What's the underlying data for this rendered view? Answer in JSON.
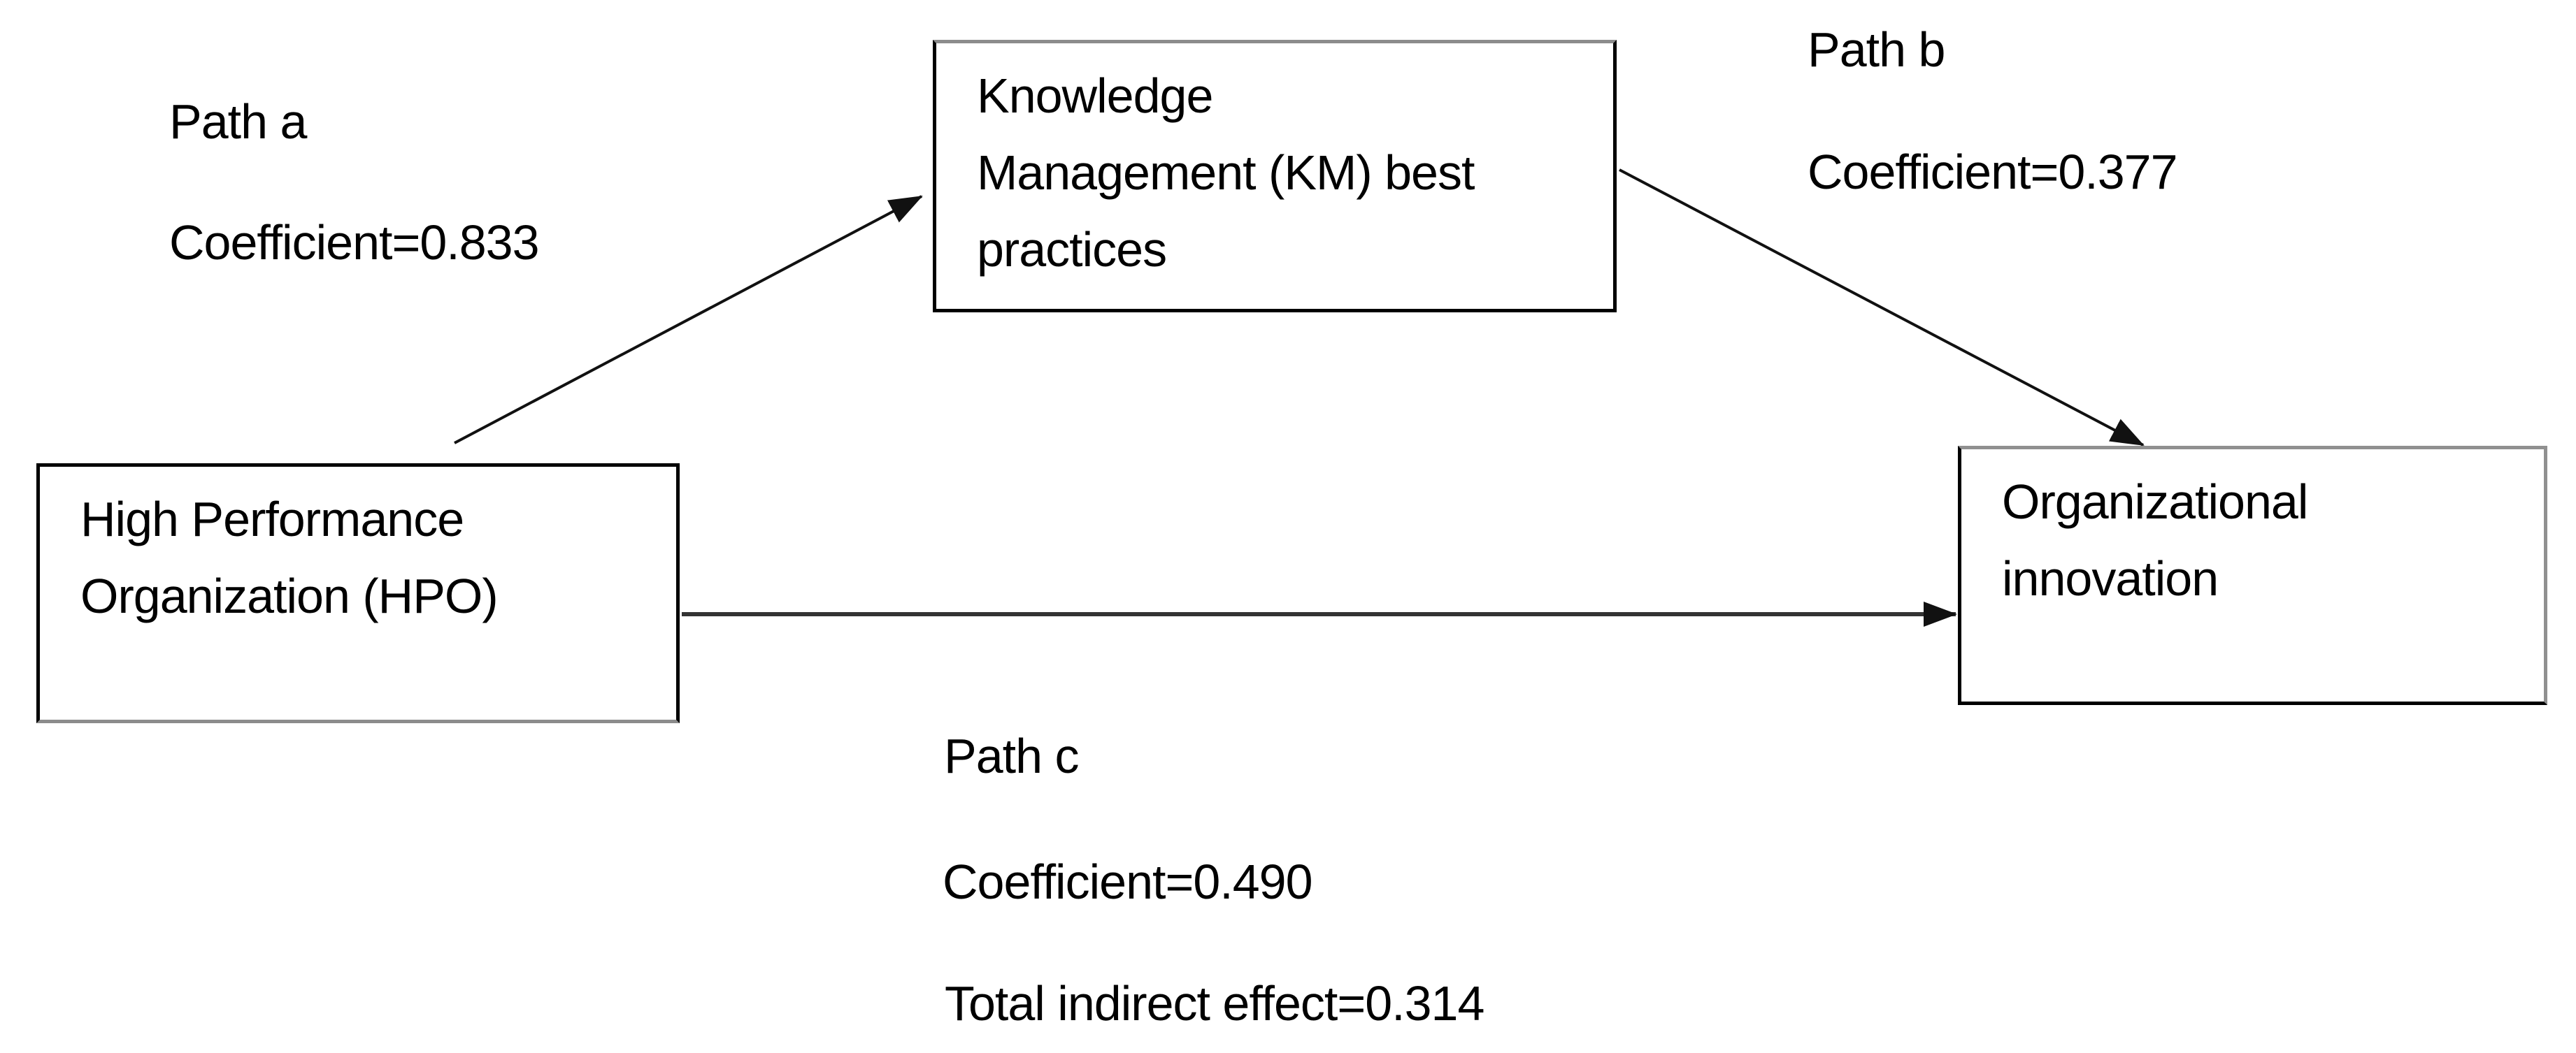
{
  "canvas": {
    "background": "#ffffff"
  },
  "diagram": {
    "type": "mediation-path-diagram",
    "boxes": {
      "hpo": {
        "lines": [
          "High Performance",
          "Organization (HPO)"
        ]
      },
      "km": {
        "lines": [
          "Knowledge",
          "Management (KM) best",
          "practices"
        ]
      },
      "oi": {
        "lines": [
          "Organizational",
          "innovation"
        ]
      }
    },
    "labels": {
      "path_a": {
        "title": "Path a",
        "coefficient": "Coefficient=0.833"
      },
      "path_b": {
        "title": "Path b",
        "coefficient": "Coefficient=0.377"
      },
      "path_c": {
        "title": "Path c",
        "coefficient": "Coefficient=0.490",
        "total_indirect": "Total indirect effect=0.314"
      }
    },
    "values": {
      "path_a_coefficient": 0.833,
      "path_b_coefficient": 0.377,
      "path_c_coefficient": 0.49,
      "total_indirect_effect": 0.314
    },
    "colors": {
      "text": "#000000",
      "box_border": "#000000",
      "box_border_shadow": "#8c8c8c",
      "arrow": "#1a1a1a",
      "background": "#ffffff"
    }
  }
}
